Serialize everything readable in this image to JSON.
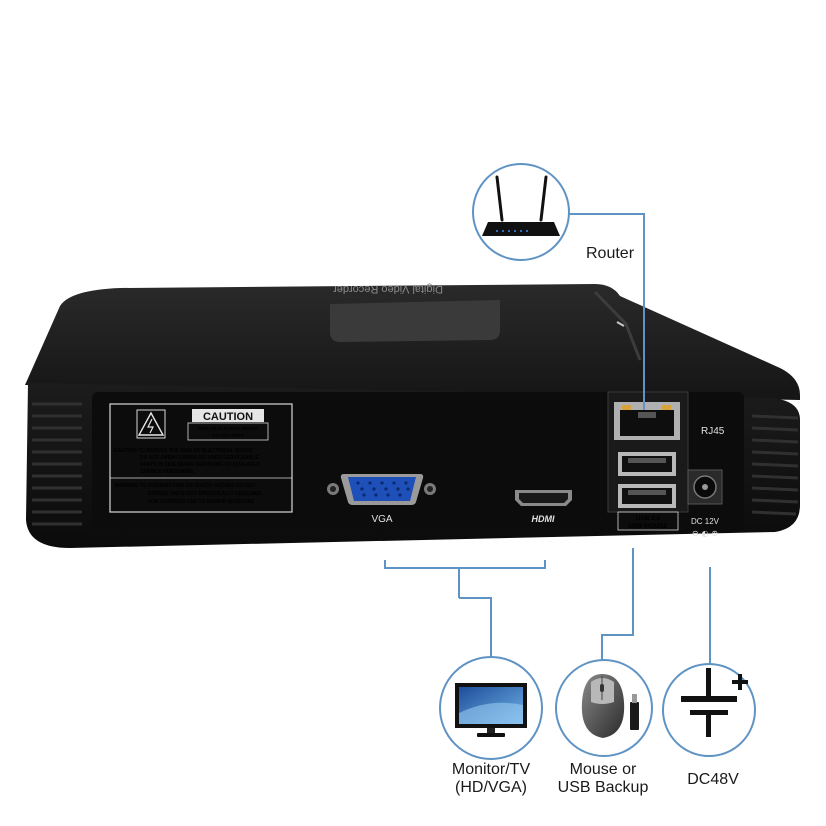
{
  "router": {
    "label": "Router",
    "icon": "router-icon"
  },
  "device": {
    "brand_text": "Digital Video Recorder",
    "caution_title": "CAUTION",
    "caution_box_line1": "RISK OF ELECTRIC SHOCK",
    "caution_box_line2": "DO NOT OPEN",
    "caution_text": [
      "CAUTION TO REDUCE THE RISK OF ELECTRICAL SHOCK",
      "DO NOT OPEN COVERS.NO USER SERVICEABLE",
      "PARTS IN SIDE.REFER SERVICING TO QUALIFIED",
      "SERVICE PERSONNEL"
    ],
    "warning_text": [
      "WARNING TO PREVENT FIRE OR SHOCK HAZARD DO NOT",
      "EXPOSE UNITS NOT SPECIFICALLY DESIGNED",
      "FOR OUTDOOR USE TO RAINOR MOISTURE"
    ],
    "vga_label": "VGA",
    "hdmi_label": "HDMI",
    "rj45_label": "RJ45",
    "usb_label_1": "USB 2.0",
    "usb_label_2": "USB MOUSE",
    "dc_label": "DC 12V"
  },
  "peripherals": {
    "monitor": {
      "label_line1": "Monitor/TV",
      "label_line2": "(HD/VGA)",
      "icon": "monitor-icon"
    },
    "mouse": {
      "label_line1": "Mouse or",
      "label_line2": "USB Backup",
      "icon": "mouse-icon"
    },
    "power": {
      "label": "DC48V",
      "icon": "dc-power-icon"
    }
  },
  "colors": {
    "connector_line": "#5f93c4",
    "device_body": "#141414",
    "background": "#ffffff"
  }
}
